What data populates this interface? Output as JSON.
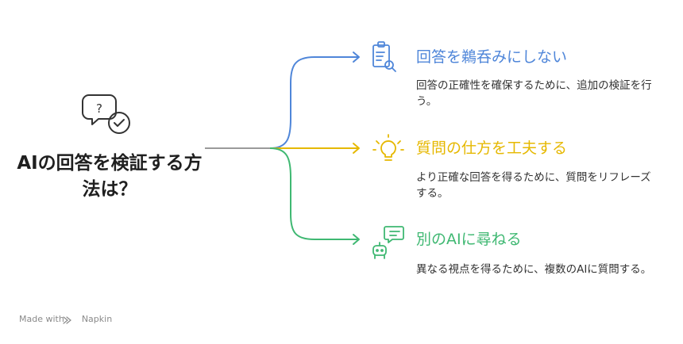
{
  "main": {
    "title": "AIの回答を検証する方法は？",
    "branches": [
      {
        "heading": "回答を鵜呑みにしない",
        "description": "回答の正確性を確保するために、追加の検証を行う。",
        "color": "#4f86d9",
        "icon": "clipboard-search-icon"
      },
      {
        "heading": "質問の仕方を工夫する",
        "description": "より正確な回答を得るために、質問をリフレーズする。",
        "color": "#e6b800",
        "icon": "lightbulb-icon"
      },
      {
        "heading": "別のAIに尋ねる",
        "description": "異なる視点を得るために、複数のAIに質問する。",
        "color": "#3fb872",
        "icon": "robot-chat-icon"
      }
    ],
    "central_icon": "question-check-bubbles-icon",
    "stem_color": "#9a9a9a"
  },
  "footer": {
    "label": "Made with",
    "brand": "Napkin",
    "icon": "napkin-logo-icon"
  }
}
